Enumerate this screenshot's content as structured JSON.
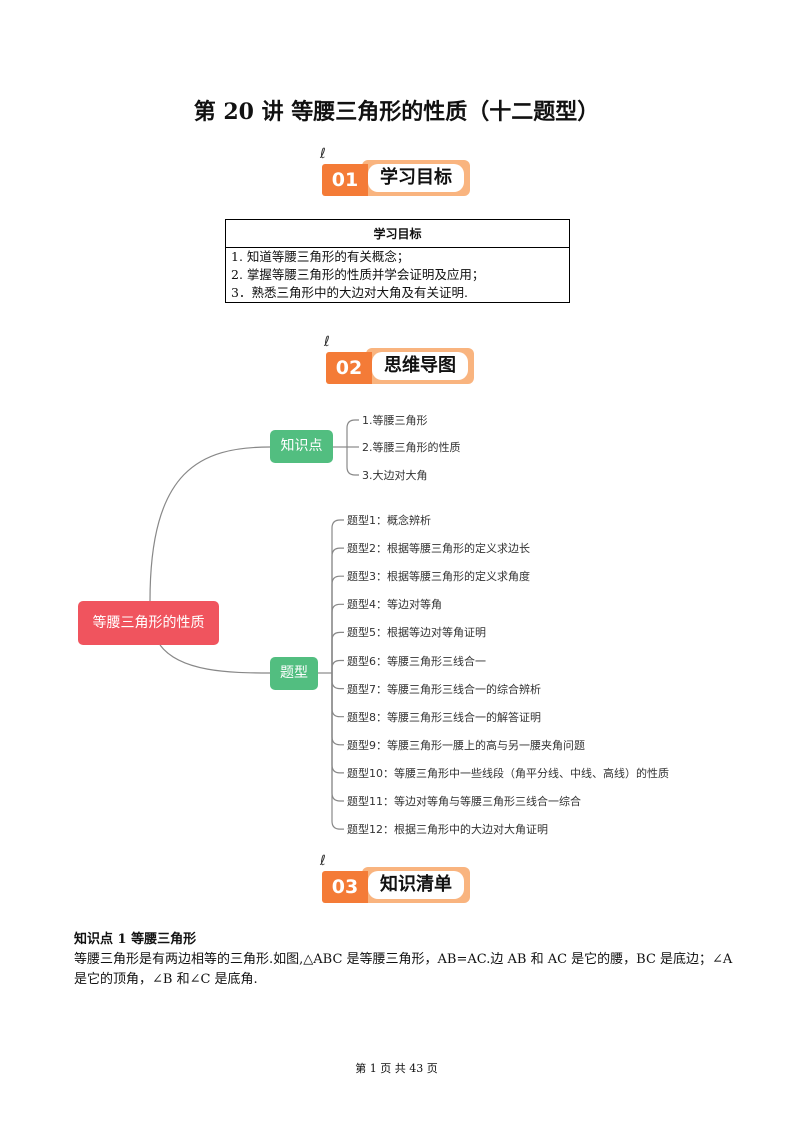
{
  "title": "第 20 讲  等腰三角形的性质（十二题型）",
  "sections": [
    {
      "num": "01",
      "label": "学习目标"
    },
    {
      "num": "02",
      "label": "思维导图"
    },
    {
      "num": "03",
      "label": "知识清单"
    }
  ],
  "goals_table": {
    "header": "学习目标",
    "rows": [
      "1. 知道等腰三角形的有关概念；",
      "2. 掌握等腰三角形的性质并学会证明及应用；",
      "3．熟悉三角形中的大边对大角及有关证明."
    ]
  },
  "mindmap": {
    "root": "等腰三角形的性质",
    "root_color": "#f0545e",
    "branch_color": "#52be80",
    "knowledge": {
      "label": "知识点",
      "items": [
        "1.等腰三角形",
        "2.等腰三角形的性质",
        "3.大边对大角"
      ]
    },
    "types": {
      "label": "题型",
      "items": [
        "题型1：概念辨析",
        "题型2：根据等腰三角形的定义求边长",
        "题型3：根据等腰三角形的定义求角度",
        "题型4：等边对等角",
        "题型5：根据等边对等角证明",
        "题型6：等腰三角形三线合一",
        "题型7：等腰三角形三线合一的综合辨析",
        "题型8：等腰三角形三线合一的解答证明",
        "题型9：等腰三角形一腰上的高与另一腰夹角问题",
        "题型10：等腰三角形中一些线段（角平分线、中线、高线）的性质",
        "题型11：等边对等角与等腰三角形三线合一综合",
        "题型12：根据三角形中的大边对大角证明"
      ]
    }
  },
  "knowledge_point": {
    "heading": "知识点 1  等腰三角形",
    "body": "等腰三角形是有两边相等的三角形.如图,△ABC 是等腰三角形，AB=AC.边 AB 和 AC 是它的腰，BC 是底边；∠A 是它的顶角，∠B 和∠C 是底角."
  },
  "footer": "第  1  页  共  43  页"
}
